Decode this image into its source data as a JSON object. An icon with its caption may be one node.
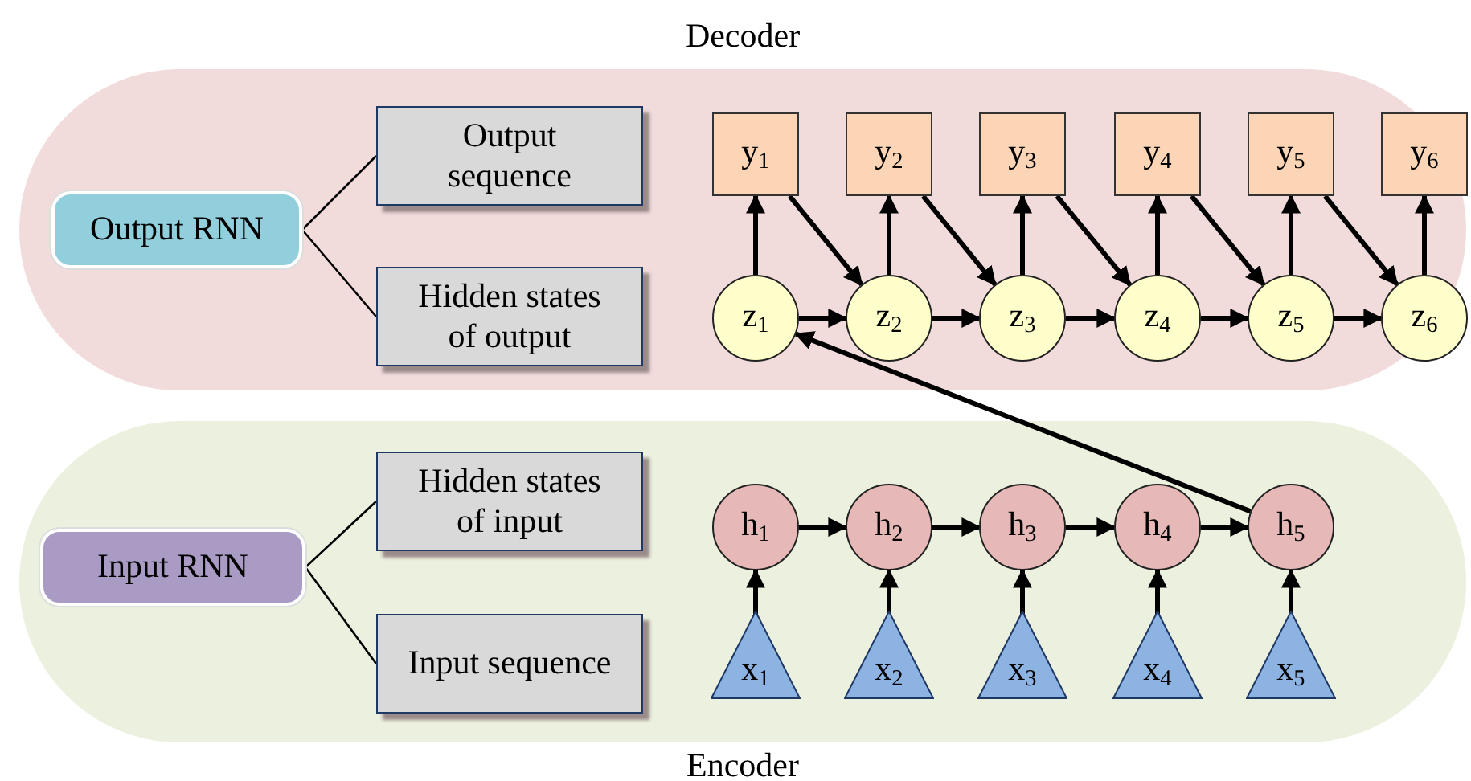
{
  "diagram": {
    "nodes": [
      {
        "text": [
          "Decoder"
        ]
      },
      {
        "text": [
          "Output RNN"
        ],
        "in": 0
      },
      {
        "text": [
          "Output sequence"
        ],
        "in": 0
      },
      {
        "text": [
          "Hidden states of output"
        ],
        "in": 0
      },
      {
        "text": [
          "y$_{1}$"
        ],
        "in": 0
      },
      {
        "text": [
          "y$_{2}$"
        ],
        "in": 0
      },
      {
        "text": [
          "y$_{3}$"
        ],
        "in": 0
      },
      {
        "text": [
          "y$_{4}$"
        ],
        "in": 0
      },
      {
        "text": [
          "y$_{5}$"
        ],
        "in": 0
      },
      {
        "text": [
          "y$_{6}$"
        ],
        "in": 0
      },
      {
        "text": [
          "z$_{1}$"
        ],
        "in": 0
      },
      {
        "text": [
          "z$_{2}$"
        ],
        "in": 0
      },
      {
        "text": [
          "z$_{3}$"
        ],
        "in": 0
      },
      {
        "text": [
          "z$_{4}$"
        ],
        "in": 0
      },
      {
        "text": [
          "z$_{5}$"
        ],
        "in": 0
      },
      {
        "text": [
          "z$_{6}$"
        ],
        "in": 0
      },
      {
        "text": [
          "Encoder"
        ]
      },
      {
        "text": [
          "Input RNN"
        ],
        "in": 16
      },
      {
        "text": [
          "Hidden states of input"
        ],
        "in": 16
      },
      {
        "text": [
          "Input sequence"
        ],
        "in": 16
      },
      {
        "text": [
          "h$_{1}$"
        ],
        "in": 16
      },
      {
        "text": [
          "h$_{2}$"
        ],
        "in": 16
      },
      {
        "text": [
          "h$_{3}$"
        ],
        "in": 16
      },
      {
        "text": [
          "h$_{4}$"
        ],
        "in": 16
      },
      {
        "text": [
          "h$_{5}$"
        ],
        "in": 16
      },
      {
        "text": [
          "x$_{1}$"
        ],
        "in": 16
      },
      {
        "text": [
          "x$_{2}$"
        ],
        "in": 16
      },
      {
        "text": [
          "x$_{3}$"
        ],
        "in": 16
      },
      {
        "text": [
          "x$_{4}$"
        ],
        "in": 16
      },
      {
        "text": [
          "x$_{5}$"
        ],
        "in": 16
      }
    ],
    "edges": [
      {
        "from": 1,
        "to": 2,
        "arrow": "none"
      },
      {
        "from": 1,
        "to": 3,
        "arrow": "none"
      },
      {
        "from": 10,
        "to": 4,
        "arrow": "to"
      },
      {
        "from": 11,
        "to": 5,
        "arrow": "to"
      },
      {
        "from": 12,
        "to": 6,
        "arrow": "to"
      },
      {
        "from": 13,
        "to": 7,
        "arrow": "to"
      },
      {
        "from": 14,
        "to": 8,
        "arrow": "to"
      },
      {
        "from": 15,
        "to": 9,
        "arrow": "to"
      },
      {
        "from": 10,
        "to": 11,
        "arrow": "to"
      },
      {
        "from": 11,
        "to": 12,
        "arrow": "to"
      },
      {
        "from": 12,
        "to": 13,
        "arrow": "to"
      },
      {
        "from": 13,
        "to": 14,
        "arrow": "to"
      },
      {
        "from": 14,
        "to": 15,
        "arrow": "to"
      },
      {
        "from": 4,
        "to": 11,
        "arrow": "to"
      },
      {
        "from": 5,
        "to": 12,
        "arrow": "to"
      },
      {
        "from": 6,
        "to": 13,
        "arrow": "to"
      },
      {
        "from": 7,
        "to": 14,
        "arrow": "to"
      },
      {
        "from": 8,
        "to": 15,
        "arrow": "to"
      },
      {
        "from": 24,
        "to": 10,
        "arrow": "to"
      },
      {
        "from": 17,
        "to": 18,
        "arrow": "none"
      },
      {
        "from": 17,
        "to": 19,
        "arrow": "none"
      },
      {
        "from": 20,
        "to": 21,
        "arrow": "to"
      },
      {
        "from": 21,
        "to": 22,
        "arrow": "to"
      },
      {
        "from": 22,
        "to": 23,
        "arrow": "to"
      },
      {
        "from": 23,
        "to": 24,
        "arrow": "to"
      },
      {
        "from": 25,
        "to": 20,
        "arrow": "to"
      },
      {
        "from": 26,
        "to": 21,
        "arrow": "to"
      },
      {
        "from": 27,
        "to": 22,
        "arrow": "to"
      },
      {
        "from": 28,
        "to": 23,
        "arrow": "to"
      },
      {
        "from": 29,
        "to": 24,
        "arrow": "to"
      }
    ]
  }
}
